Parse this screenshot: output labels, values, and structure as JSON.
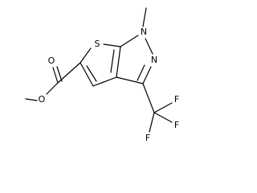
{
  "molecule": {
    "atoms": {
      "s1": "S",
      "n1": "N",
      "n2": "N",
      "o_carbonyl": "O",
      "o_ester": "O",
      "f1": "F",
      "f2": "F",
      "f3": "F"
    }
  }
}
